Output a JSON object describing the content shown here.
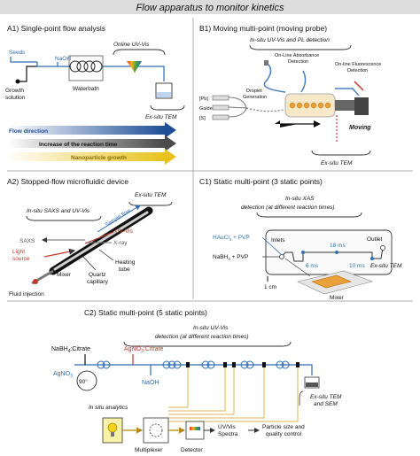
{
  "title": "Flow apparatus to monitor kinetics",
  "panelA1": {
    "heading": "A1) Single-point flow analysis",
    "seeds": "Seeds",
    "naoh": "NaOH",
    "growth1": "Growth",
    "growth2": "solution",
    "waterbath": "Waterbath",
    "online_uvvis": "Online UV-Vis",
    "exsitu_tem": "Ex-situ TEM"
  },
  "arrows": {
    "flow_direction": "Flow direction",
    "reaction_time": "Increase of the reaction time",
    "nanoparticle_growth": "Nanoparticle growth",
    "colors": {
      "flow": "#1f4e96",
      "time": "#4a4a4a",
      "growth": "#e8c21a"
    }
  },
  "panelB1": {
    "heading": "B1) Moving multi-point (moving probe)",
    "insitu": "In-situ UV-Vis and PL detection",
    "online_abs1": "On-Line Absorbance",
    "online_abs2": "Detection",
    "online_fl1": "On-line Fluorescence",
    "online_fl2": "Detection",
    "pb": "[Pb]",
    "galden": "Galden",
    "s": "[S]",
    "droplet1": "Droplet",
    "droplet2": "Generation",
    "moving": "Moving",
    "exsitu_tem": "Ex-situ TEM"
  },
  "panelA2": {
    "heading": "A2) Stopped-flow microfluidic device",
    "exsitu_tem": "Ex-situ TEM",
    "insitu": "In-situ SAXS and UV-Vis",
    "sample_flow": "Sample flow",
    "uvvis": "UV-Vis",
    "saxs": "SAXS",
    "xray": "X-ray",
    "light1": "Light",
    "light2": "source",
    "heating1": "Heating",
    "heating2": "tube",
    "mixer": "Mixer",
    "quartz1": "Quartz",
    "quartz2": "capillary",
    "fluid_injection": "Fluid injection"
  },
  "panelC1": {
    "heading": "C1) Static multi-point  (3 static points)",
    "insitu_xas": "In-situ XAS",
    "detection": "detection (at different reaction times)",
    "inlets": "Inlets",
    "outlet": "Outlet",
    "haucl4": "HAuCl",
    "haucl4_sub": "4",
    "haucl4_tail": " + PVP",
    "nabh4": "NaBH",
    "nabh4_sub": "4",
    "nabh4_tail": " + PVP",
    "t18": "18 ms",
    "t6": "6 ms",
    "t10": "10 ms",
    "scale": "1 cm",
    "exsitu_tem": "Ex-situ TEM",
    "mixer": "Mixer"
  },
  "panelC2": {
    "heading": "C2) Static multi-point (5 static points)",
    "insitu_uvvis": "In-situ UV-Vis",
    "detection": "detection (at different reaction times)",
    "nabh4_citrate": "NaBH",
    "nabh4_sub": "4",
    "nabh4_tail": ":Citrate",
    "agno3_citrate": "AgNO",
    "agno3_sub": "3",
    "agno3_tail": ":Citrate",
    "agno3": "AgNO",
    "agno3b_sub": "3",
    "naoh": "NaOH",
    "angle": "90°",
    "insitu_analytics": "In situ analytics",
    "multiplexer": "Multiplexer",
    "detector": "Detector",
    "spectra1": "UV/Vis",
    "spectra2": "Spectra",
    "result1": "Particle size and",
    "result2": "quality control",
    "exsitu1": "Ex-situ TEM",
    "exsitu2": "and SEM"
  }
}
